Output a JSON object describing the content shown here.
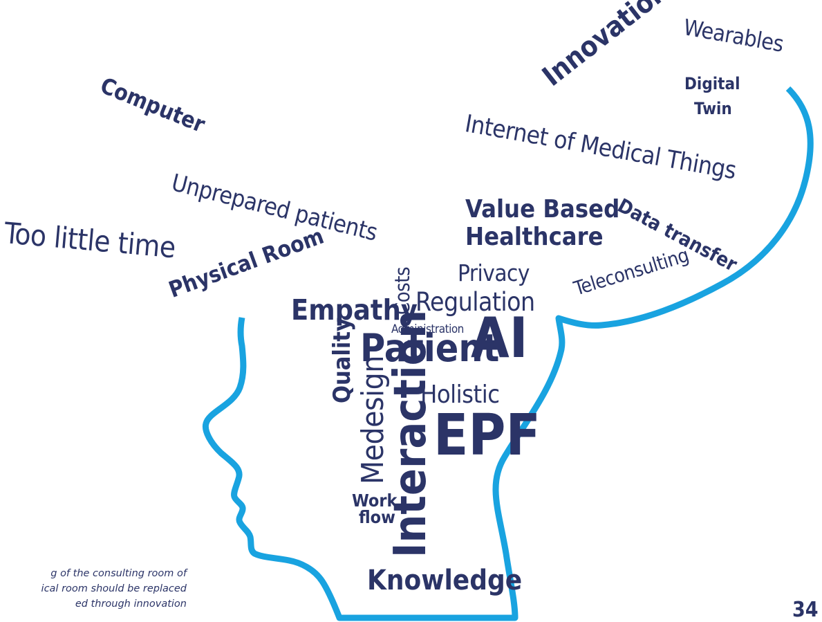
{
  "words": {
    "innovations": "Innovations",
    "wearables": "Wearables",
    "digital": "Digital",
    "twin": "Twin",
    "computer": "Computer",
    "iomt": "Internet of Medical Things",
    "unprepared_patients": "Unprepared patients",
    "too_little_time": "Too little time",
    "value_based": "Value Based",
    "healthcare": "Healthcare",
    "data_transfer": "Data transfer",
    "physical_room": "Physical Room",
    "teleconsulting": "Teleconsulting",
    "privacy": "Privacy",
    "costs": "Costs",
    "regulation": "Regulation",
    "empathy": "Empathy",
    "administration": "Administration",
    "quality": "Quality",
    "patient": "Patient",
    "ai": "AI",
    "holistic": "Holistic",
    "medesign": "Medesign",
    "interaction": "Interaction",
    "epf": "EPF",
    "work": "Work",
    "flow": "flow",
    "knowledge": "Knowledge"
  },
  "caption": {
    "line1": "g of the consulting room of",
    "line2": "ical room should be replaced",
    "line3": "ed through innovation"
  },
  "page_number": "34",
  "colors": {
    "text": "#2b3467",
    "outline": "#19a3e0"
  }
}
